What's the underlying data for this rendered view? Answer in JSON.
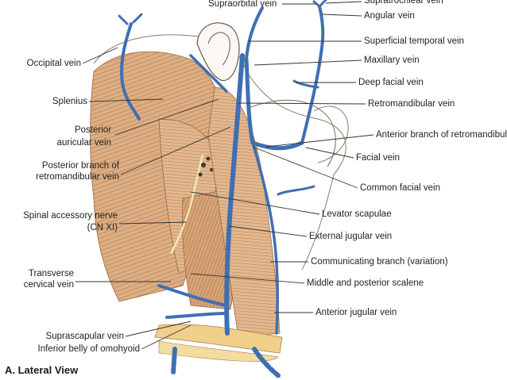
{
  "figure": {
    "caption": "A. Lateral View",
    "labels": {
      "supraorbital_vein": "Supraorbital vein",
      "supratrochlear_vein": "Supratrochlear vein",
      "angular_vein": "Angular vein",
      "superficial_temporal_vein": "Superficial temporal vein",
      "maxillary_vein": "Maxillary vein",
      "deep_facial_vein": "Deep facial vein",
      "retromandibular_vein": "Retromandibular vein",
      "anterior_branch_retromandibular": "Anterior branch of retromandibular vein",
      "facial_vein": "Facial vein",
      "common_facial_vein": "Common facial vein",
      "levator_scapulae": "Levator scapulae",
      "external_jugular_vein": "External jugular vein",
      "communicating_branch": "Communicating branch (variation)",
      "middle_posterior_scalene": "Middle and posterior scalene",
      "anterior_jugular_vein": "Anterior jugular vein",
      "occipital_vein": "Occipital vein",
      "splenius": "Splenius",
      "posterior_auricular_vein_1": "Posterior",
      "posterior_auricular_vein_2": "auricular vein",
      "posterior_branch_retromandibular_1": "Posterior branch of",
      "posterior_branch_retromandibular_2": "retromandibular vein",
      "spinal_accessory_nerve_1": "Spinal accessory nerve",
      "spinal_accessory_nerve_2": "(CN XI)",
      "transverse_cervical_vein_1": "Transverse",
      "transverse_cervical_vein_2": "cervical vein",
      "suprascapular_vein": "Suprascapular vein",
      "inferior_belly_omohyoid": "Inferior belly of omohyoid"
    }
  },
  "colors": {
    "vein": "#3f6fb3",
    "muscle": "#d9a77a",
    "muscle_dark": "#b9794d",
    "skin_outline": "#7a6a5a",
    "leader": "#333333"
  }
}
